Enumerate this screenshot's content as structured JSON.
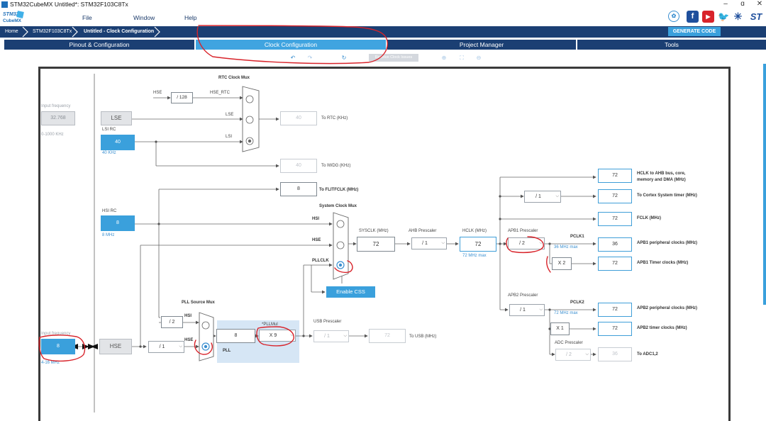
{
  "window": {
    "title": "STM32CubeMX Untitled*: STM32F103C8Tx",
    "controls": {
      "minimize": "–",
      "maximize": "ɑ",
      "close": "✕"
    }
  },
  "menu": {
    "logo_top": "STM32",
    "logo_bottom": "CubeMX",
    "items": [
      "File",
      "Window",
      "Help"
    ]
  },
  "social_icons": [
    "anniversary-badge-icon",
    "facebook-icon",
    "youtube-icon",
    "twitter-icon",
    "network-icon",
    "st-logo-icon"
  ],
  "breadcrumb": [
    "Home",
    "STM32F103C8Tx",
    "Untitled - Clock Configuration"
  ],
  "generate_code": "GENERATE CODE",
  "tabs": [
    "Pinout & Configuration",
    "Clock Configuration",
    "Project Manager",
    "Tools"
  ],
  "active_tab": "Clock Configuration",
  "toolbar": {
    "icons": [
      "undo-icon",
      "redo-icon",
      "refresh-icon",
      "zoom-in-icon",
      "fit-icon",
      "zoom-out-icon"
    ],
    "resolve": "Resolve Clock Issues"
  },
  "colors": {
    "brand_dark": "#1b3f73",
    "accent": "#40a4e0",
    "annotation": "#d8232a"
  },
  "clock": {
    "input_frequency_label": "Input frequency",
    "lse_input": "32.768",
    "lse_range": "0-1000 KHz",
    "lse_label": "LSE",
    "lsi_rc_label": "LSI RC",
    "lsi_value": "40",
    "lsi_unit": "40 KHz",
    "rtc_mux_title": "RTC Clock Mux",
    "hse_label": "HSE",
    "div128": "/ 128",
    "hse_rtc_label": "HSE_RTC",
    "lse_small": "LSE",
    "lsi_small": "LSI",
    "rtc_out": "40",
    "rtc_out_label": "To RTC (KHz)",
    "iwdg_out": "40",
    "iwdg_out_label": "To IWDG (KHz)",
    "flit_out": "8",
    "flit_label": "To FLITFCLK (MHz)",
    "hsi_rc_label": "HSI RC",
    "hsi_value": "8",
    "hsi_unit": "8 MHz",
    "sys_mux_title": "System Clock Mux",
    "hsi_small": "HSI",
    "hse_small": "HSE",
    "pllclk_label": "PLLCLK",
    "enable_css": "Enable CSS",
    "sysclk_label": "SYSCLK (MHz)",
    "sysclk_value": "72",
    "ahb_label": "AHB Prescaler",
    "ahb_value": "/ 1",
    "hclk_label": "HCLK (MHz)",
    "hclk_value": "72",
    "hclk_max": "72 MHz max",
    "cortex_div": "/ 1",
    "ahb_out_value": "72",
    "ahb_out_label_1": "HCLK to AHB bus, core,",
    "ahb_out_label_2": "memory and DMA (MHz)",
    "cortex_out_value": "72",
    "cortex_out_label": "To Cortex System timer (MHz)",
    "fclk_value": "72",
    "fclk_label": "FCLK (MHz)",
    "apb1_label": "APB1 Prescaler",
    "apb1_value": "/ 2",
    "pclk1_label": "PCLK1",
    "pclk1_max": "36 MHz max",
    "apb1_periph_value": "36",
    "apb1_periph_label": "APB1 peripheral clocks (MHz)",
    "apb1_x2": "X 2",
    "apb1_timer_value": "72",
    "apb1_timer_label": "APB1 Timer clocks (MHz)",
    "apb2_label": "APB2 Prescaler",
    "apb2_value": "/ 1",
    "pclk2_label": "PCLK2",
    "pclk2_max": "72 MHz max",
    "apb2_periph_value": "72",
    "apb2_periph_label": "APB2 peripheral clocks (MHz)",
    "apb2_x1": "X 1",
    "apb2_timer_value": "72",
    "apb2_timer_label": "APB2 timer clocks (MHz)",
    "adc_label": "ADC Prescaler",
    "adc_value": "/ 2",
    "adc_out_value": "36",
    "adc_out_label": "To ADC1,2",
    "pll_src_title": "PLL Source Mux",
    "pll_div2": "/ 2",
    "hse_input": "8",
    "hse_range": "4-16 MHz",
    "hse_block": "HSE",
    "hse_div": "/ 1",
    "pll_input": "8",
    "pll_mul_label": "*PLLMul",
    "pll_mul_value": "X 9",
    "pll_label": "PLL",
    "usb_label": "USB Prescaler",
    "usb_value": "/ 1",
    "usb_out": "72",
    "usb_out_label": "To USB (MHz)"
  }
}
